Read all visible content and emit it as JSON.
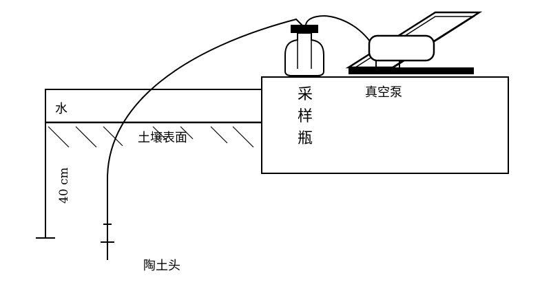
{
  "labels": {
    "water": "水",
    "soil_surface": "土壤表面",
    "depth": "40 cm",
    "sampling_bottle": [
      "采",
      "样",
      "瓶"
    ],
    "vacuum_pump": "真空泵",
    "ceramic_head": "陶土头"
  },
  "colors": {
    "stroke": "#000000",
    "background": "#ffffff"
  }
}
